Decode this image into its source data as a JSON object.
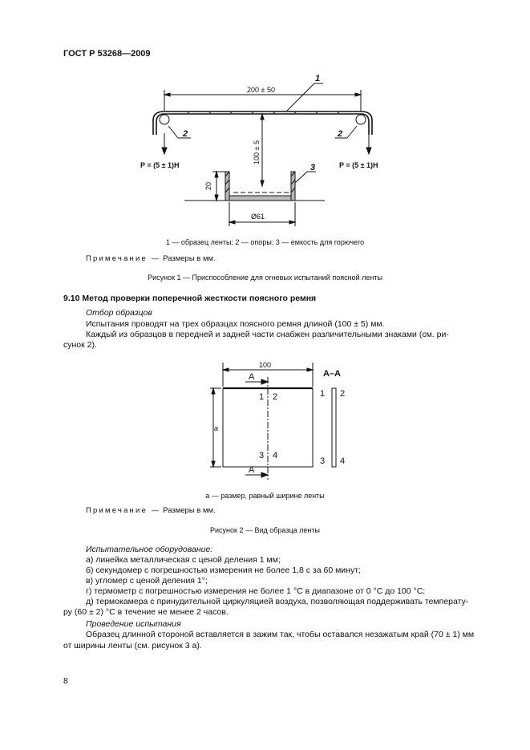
{
  "header": {
    "doc_id": "ГОСТ Р 53268—2009"
  },
  "figure1": {
    "dim_width": "200 ± 50",
    "dim_height": "100 ± 5",
    "dim_side": "20",
    "dim_diam": "Ø61",
    "label_1": "1",
    "label_2": "2",
    "label_3": "3",
    "force_left": "P = (5 ± 1)H",
    "force_right": "P = (5 ± 1)H",
    "legend": "1 — образец ленты; 2 — опоры; 3 — емкость для горючего",
    "note_label": "Примечание —",
    "note_text": "Размеры в мм.",
    "caption": "Рисунок 1 — Приспособление для огневых испытаний поясной ленты"
  },
  "section": {
    "heading": "9.10 Метод проверки поперечной жесткости поясного ремня",
    "subheading": "Отбор образцов",
    "p1": "Испытания проводят на трех образцах поясного ремня длиной (100 ± 5) мм.",
    "p2_line1": "Каждый из образцов в передней и задней части снабжен различительными знаками (см. ри-",
    "p2_line2": "сунок 2)."
  },
  "figure2": {
    "dim_width": "100",
    "dim_a": "a",
    "section_mark": "A",
    "section_title": "A–A",
    "mark_1": "1",
    "mark_2": "2",
    "mark_3": "3",
    "mark_4": "4",
    "legend": "a — размер, равный ширине ленты",
    "note_label": "Примечание —",
    "note_text": "Размеры в мм.",
    "caption": "Рисунок 2 — Вид образца ленты"
  },
  "equipment": {
    "heading": "Испытательное оборудование:",
    "items": [
      "а) линейка металлическая с ценой деления 1 мм;",
      "б) секундомер с погрешностью измерения не более 1,8 с за 60 минут;",
      "в) угломер с ценой деления 1°;",
      "г) термометр с погрешностью измерения не более 1 °С в диапазоне от 0 °С до 100 °С;",
      "д) термокамера с принудительной циркуляцией воздуха, позволяющая поддерживать температу-",
      "ру (60 ± 2) °С в течение не менее 2 часов."
    ]
  },
  "procedure": {
    "heading": "Проведение испытания",
    "line1": "Образец длинной стороной вставляется в зажим так, чтобы оставался незажатым край (70 ± 1) мм",
    "line2": "от ширины ленты (см. рисунок 3 а)."
  },
  "footer": {
    "page_number": "8"
  }
}
